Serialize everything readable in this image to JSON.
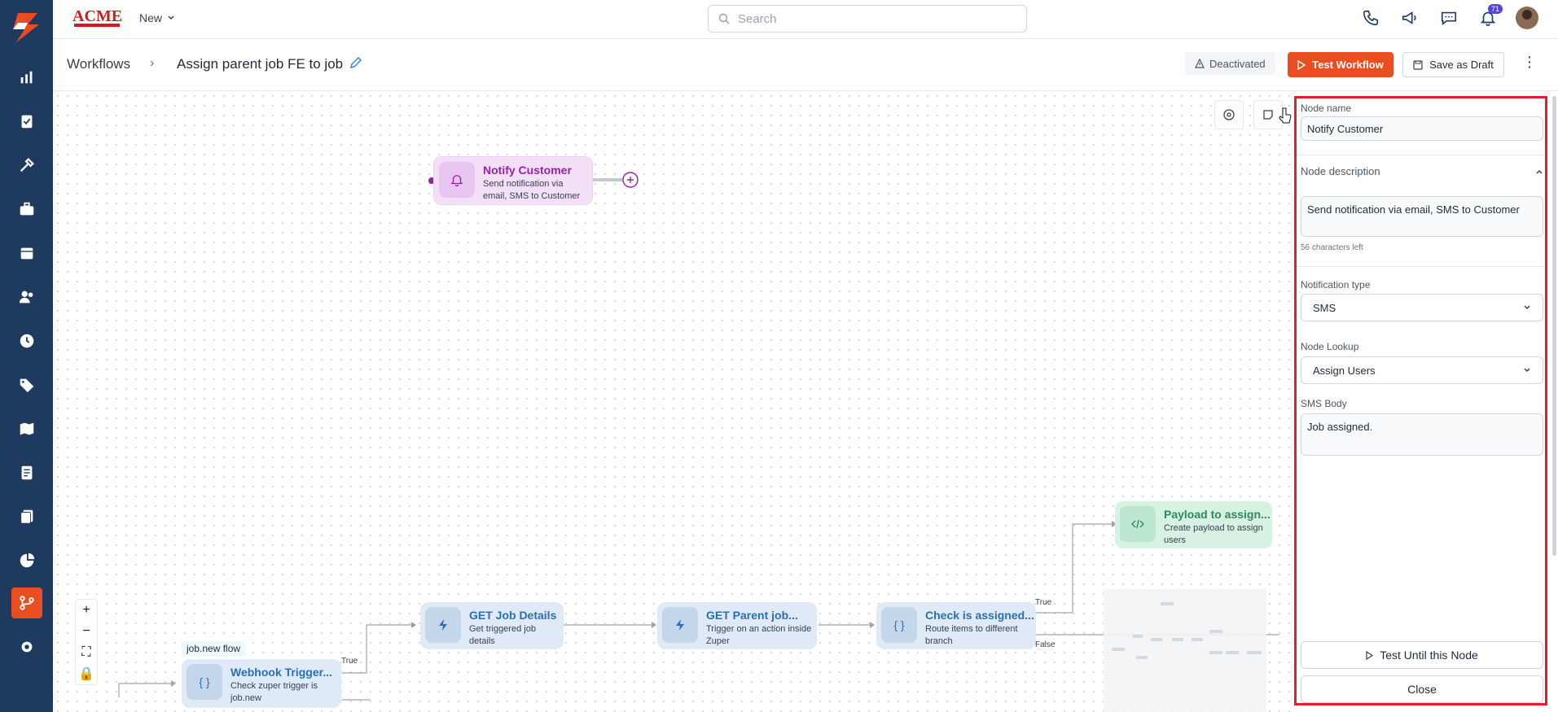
{
  "brand": {
    "accent": "#ea4d1f",
    "sidebar_bg": "#1e3a5f",
    "logo_text": "ACME"
  },
  "topbar": {
    "new_label": "New",
    "search_placeholder": "Search",
    "notification_count": "71",
    "icons": [
      "phone-icon",
      "megaphone-icon",
      "chat-icon",
      "bell-icon",
      "avatar"
    ]
  },
  "sidebar": {
    "items": [
      "dashboard-icon",
      "jobs-icon",
      "tools-icon",
      "briefcase-icon",
      "calendar-icon",
      "users-icon",
      "clock-icon",
      "tag-icon",
      "map-icon",
      "invoice-icon",
      "documents-icon",
      "reports-icon",
      "workflows-icon",
      "settings-icon"
    ],
    "active": "workflows-icon"
  },
  "breadcrumb": {
    "root": "Workflows",
    "separator": "›",
    "title": "Assign parent job FE to job"
  },
  "header_actions": {
    "status": "Deactivated",
    "test_label": "Test Workflow",
    "draft_label": "Save as Draft"
  },
  "canvas": {
    "nodes": {
      "notify": {
        "title": "Notify Customer",
        "desc": "Send notification via email, SMS to Customer"
      },
      "webhook": {
        "title": "Webhook Trigger...",
        "desc": "Check zuper trigger is job.new"
      },
      "get_job": {
        "title": "GET Job Details",
        "desc": "Get triggered job details"
      },
      "get_parent": {
        "title": "GET Parent job...",
        "desc": "Trigger on an action inside Zuper"
      },
      "check": {
        "title": "Check is assigned...",
        "desc": "Route items to different branch"
      },
      "payload": {
        "title": "Payload to assign...",
        "desc": "Create payload to assign users"
      }
    },
    "group_label": "job.new flow",
    "edge_labels": {
      "true1": "True",
      "true2": "True",
      "false1": "False"
    },
    "zoom_controls": [
      "+",
      "−",
      "⛶",
      "🔒"
    ]
  },
  "panel": {
    "node_name_label": "Node name",
    "node_name_value": "Notify Customer",
    "description_section": "Node description",
    "description_value": "Send notification via email, SMS to Customer",
    "chars_left": "56 characters left",
    "notification_type_label": "Notification type",
    "notification_type_value": "SMS",
    "lookup_label": "Node Lookup",
    "lookup_value": "Assign Users",
    "sms_body_label": "SMS Body",
    "sms_body_value": "Job assigned.",
    "test_until_label": "Test Until this Node",
    "close_label": "Close"
  }
}
